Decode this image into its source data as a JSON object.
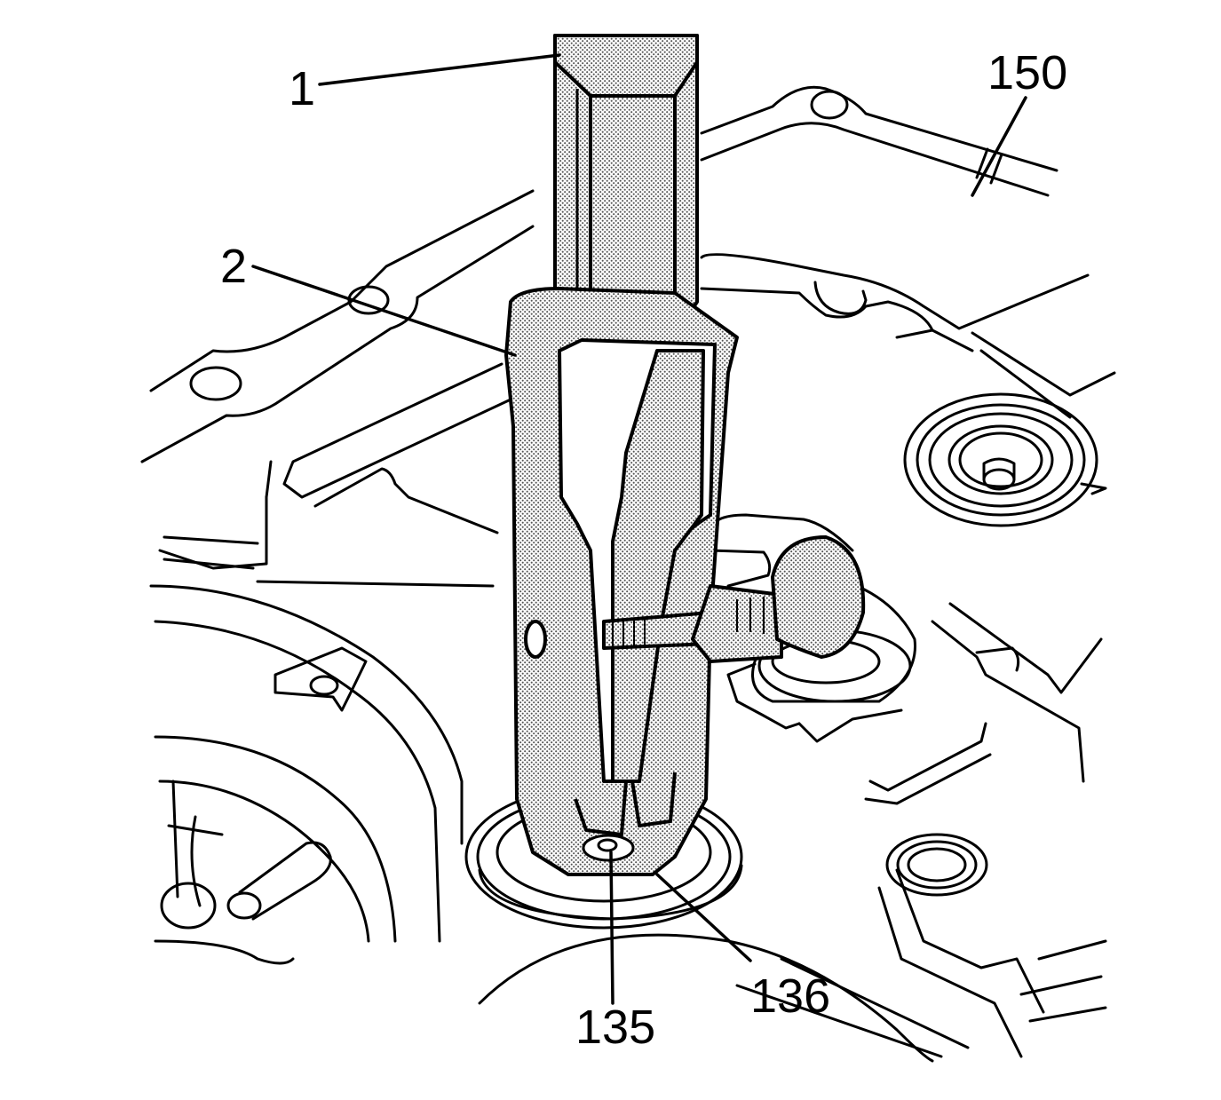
{
  "diagram": {
    "callouts": {
      "c1": "1",
      "c2": "2",
      "c150": "150",
      "c135": "135",
      "c136": "136"
    },
    "colors": {
      "line": "#000000",
      "background": "#ffffff",
      "hatch": "#8a8a8a"
    }
  }
}
